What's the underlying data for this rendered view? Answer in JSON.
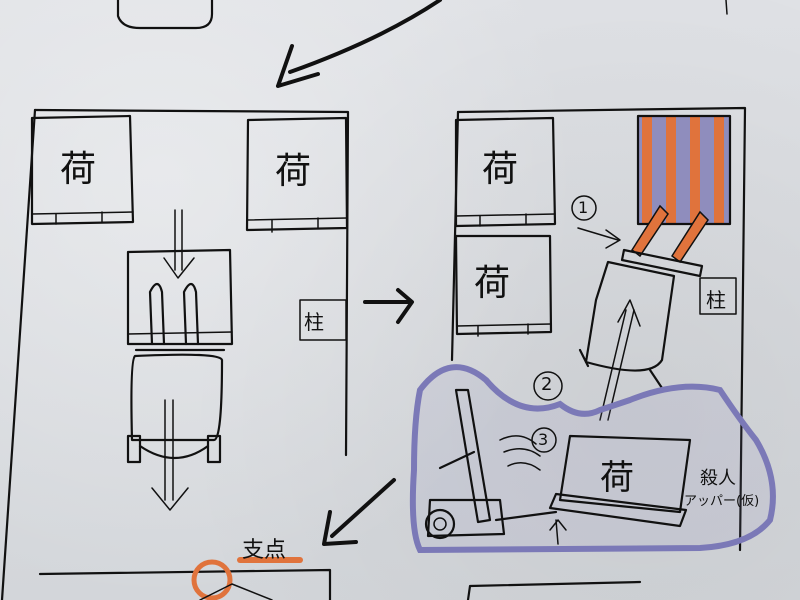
{
  "cargo_label": "荷",
  "pillar_label": "柱",
  "step_1": "1",
  "step_2": "2",
  "step_3": "3",
  "villain_line1": "殺人",
  "villain_line2": "アッパー(仮)",
  "fulcrum_label": "支点",
  "colors": {
    "ink": "#111111",
    "orange": "#e0733c",
    "purple_fill": "#8f8dbd",
    "purple_outline": "#7b79b7"
  }
}
